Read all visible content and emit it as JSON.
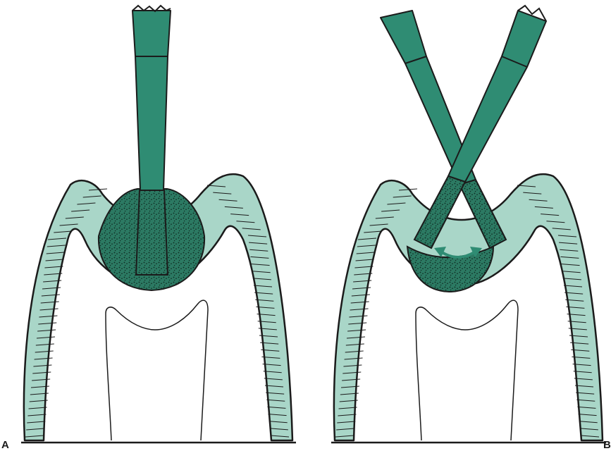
{
  "panels": [
    {
      "id": "A",
      "label": "A"
    },
    {
      "id": "B",
      "label": "B"
    }
  ],
  "colors": {
    "instrument": "#2f8c73",
    "enamel": "#a9d6c8",
    "outline": "#1b1b1b",
    "stipple_dark": "#1f4b3c",
    "caries_fill": "#2c7a63",
    "arrow": "#2f8c73",
    "background": "#ffffff"
  }
}
